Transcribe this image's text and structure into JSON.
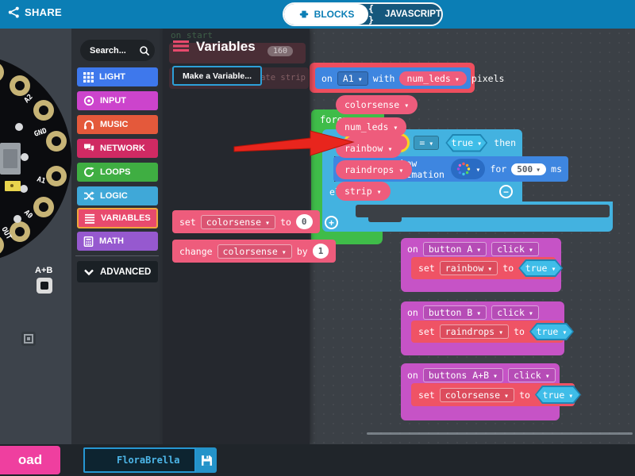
{
  "topbar": {
    "share_label": "SHARE",
    "blocks_tab": "BLOCKS",
    "javascript_glyph": "{ }",
    "javascript_tab": "JAVASCRIPT"
  },
  "simulator": {
    "pin_labels": [
      "A2",
      "GND",
      "A1",
      "A0",
      "OUT"
    ],
    "ab_button_label": "A+B"
  },
  "toolbox": {
    "search_placeholder": "Search...",
    "categories": [
      {
        "label": "LIGHT",
        "color": "#3e78ec",
        "icon": "grid-icon"
      },
      {
        "label": "INPUT",
        "color": "#cc44cc",
        "icon": "target-icon"
      },
      {
        "label": "MUSIC",
        "color": "#e4593b",
        "icon": "headphones-icon"
      },
      {
        "label": "NETWORK",
        "color": "#d02a63",
        "icon": "chat-icon"
      },
      {
        "label": "LOOPS",
        "color": "#3fae42",
        "icon": "loop-icon"
      },
      {
        "label": "LOGIC",
        "color": "#3fa8d8",
        "icon": "shuffle-icon"
      },
      {
        "label": "VARIABLES",
        "color": "#e84a6d",
        "icon": "list-icon",
        "selected": true,
        "selected_border": "#f0a63c"
      },
      {
        "label": "MATH",
        "color": "#9659cf",
        "icon": "calculator-icon"
      },
      {
        "label": "ADVANCED",
        "color": "#1a2025",
        "icon": "chevron-down-icon"
      }
    ]
  },
  "flyout": {
    "title": "Variables",
    "make_variable_label": "Make a Variable...",
    "pills": [
      "colorsense",
      "num_leds",
      "rainbow",
      "raindrops",
      "strip"
    ],
    "set_block": {
      "kw1": "set",
      "variable": "colorsense",
      "kw2": "to",
      "value": "0"
    },
    "change_block": {
      "kw1": "change",
      "variable": "colorsense",
      "kw2": "by",
      "value": "1"
    },
    "ghost": {
      "on_start": "on start",
      "value": "160",
      "fragment": "ate strip"
    }
  },
  "canvas": {
    "strip_block": {
      "on": "on",
      "pin": "A1",
      "with": "with",
      "count_var": "num_leds",
      "pixels": "pixels"
    },
    "forever_label": "forever",
    "if_block": {
      "if": "if",
      "cond_var": "rainbow",
      "operator": "=",
      "cond_value": "true",
      "then": "then",
      "else_label": "else"
    },
    "show_anim_block": {
      "strip_var": "strip",
      "label": "show animation",
      "for": "for",
      "duration": "500",
      "ms": "ms"
    },
    "handlers": [
      {
        "on": "on",
        "source": "button A",
        "event": "click",
        "set": "set",
        "variable": "rainbow",
        "to": "to",
        "value": "true"
      },
      {
        "on": "on",
        "source": "button B",
        "event": "click",
        "set": "set",
        "variable": "raindrops",
        "to": "to",
        "value": "true"
      },
      {
        "on": "on",
        "source": "buttons A+B",
        "event": "click",
        "set": "set",
        "variable": "colorsense",
        "to": "to",
        "value": "true"
      }
    ]
  },
  "bottombar": {
    "download_visible_label": "oad",
    "project_name": "FloraBrella"
  },
  "colors": {
    "topbar": "#0b7eb5",
    "variable_block": "#ee5c7c",
    "logic_block": "#43b2e0",
    "loops_block": "#3fbc49",
    "pixel_block": "#3e86e0",
    "input_block": "#c653c6",
    "strip_container": "#ef4e5e",
    "set_block": "#ef5365",
    "true_fill": "#3fbde8",
    "highlight_ring": "#ffd21f",
    "arrow": "#e8251d",
    "download_button": "#ef3f9f"
  }
}
